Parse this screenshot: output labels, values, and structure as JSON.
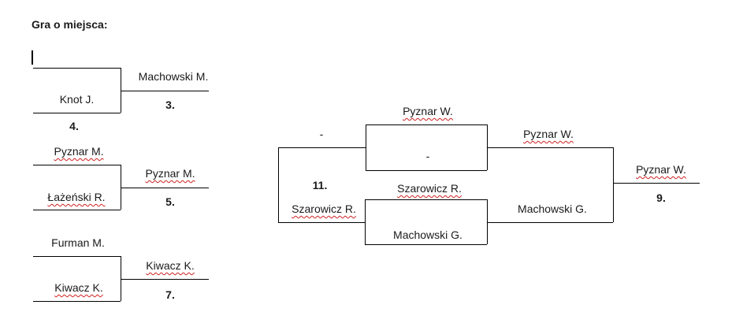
{
  "heading": "Gra o miejsca:",
  "groups": [
    {
      "top": "",
      "bottom": "Knot J.",
      "winner": "Machowski M.",
      "winner_place": "3.",
      "loser_place": "4."
    },
    {
      "top": "Pyznar M.",
      "bottom": "Łażeński R.",
      "winner": "Pyznar M.",
      "winner_place": "5."
    },
    {
      "top": "Furman M.",
      "bottom": "Kiwacz K.",
      "winner": "Kiwacz K.",
      "winner_place": "7."
    }
  ],
  "bracket": {
    "left_top": "-",
    "left_place": "11.",
    "left_bottom": "Szarowicz R.",
    "match1_top": "Pyznar W.",
    "match1_bottom": "-",
    "match2_top": "Szarowicz R.",
    "match2_bottom": "Machowski G.",
    "semi_top": "Pyznar W.",
    "semi_bottom": "Machowski G.",
    "final": "Pyznar W.",
    "final_place": "9."
  }
}
